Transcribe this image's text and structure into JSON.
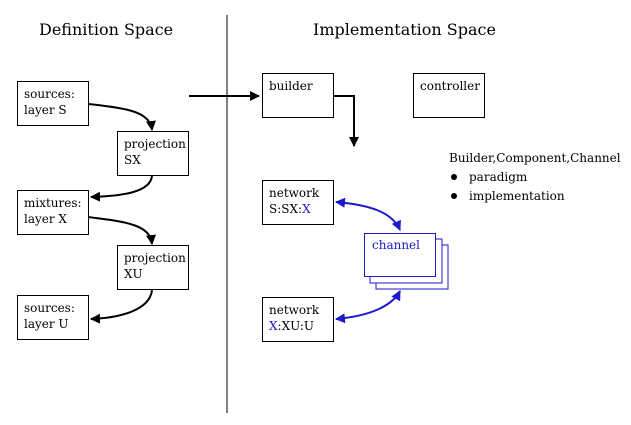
{
  "headings": {
    "definition": "Definition Space",
    "implementation": "Implementation Space"
  },
  "definition": {
    "sources_s": [
      "sources:",
      "layer S"
    ],
    "projection_sx": [
      "projection",
      "SX"
    ],
    "mixtures_x": [
      "mixtures:",
      "layer X"
    ],
    "projection_xu": [
      "projection",
      "XU"
    ],
    "sources_u": [
      "sources:",
      "layer U"
    ]
  },
  "implementation": {
    "builder": "builder",
    "controller": "controller",
    "network1": {
      "title": "network",
      "prefix": "S:SX:",
      "highlight": "X"
    },
    "network2": {
      "title": "network",
      "highlight": "X",
      "suffix": ":XU:U"
    },
    "channel": "channel"
  },
  "info": {
    "title": "Builder,Component,Channel",
    "bullets": [
      "paradigm",
      "implementation"
    ]
  },
  "colors": {
    "accent": "#1a1acc",
    "line": "#000000"
  }
}
